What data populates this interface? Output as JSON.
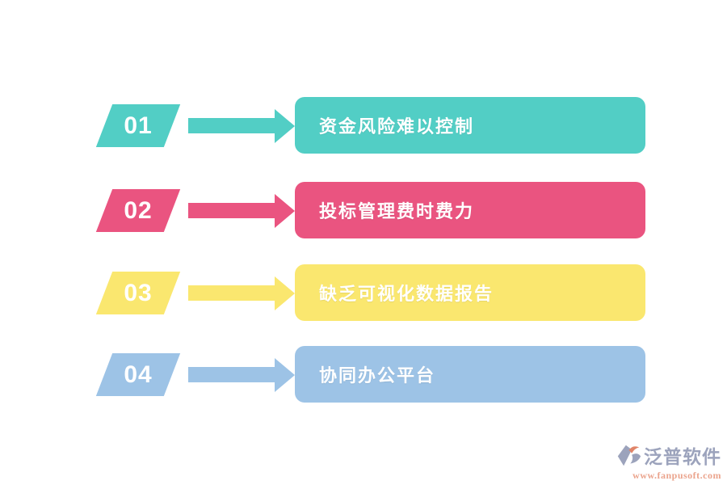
{
  "page": {
    "background": "#ffffff"
  },
  "rows": [
    {
      "number": "01",
      "label": "资金风险难以控制",
      "color": "#52CEC5"
    },
    {
      "number": "02",
      "label": "投标管理费时费力",
      "color": "#EA5480"
    },
    {
      "number": "03",
      "label": "缺乏可视化数据报告",
      "color": "#FAE76F"
    },
    {
      "number": "04",
      "label": "协同办公平台",
      "color": "#9DC3E6"
    }
  ],
  "logo": {
    "name": "泛普软件",
    "url": "www.fanpusoft.com",
    "name_color": "#9CA3BC",
    "url_color": "#EBA48D",
    "icon_blue": "#9CA3BC",
    "icon_orange": "#E08468"
  }
}
